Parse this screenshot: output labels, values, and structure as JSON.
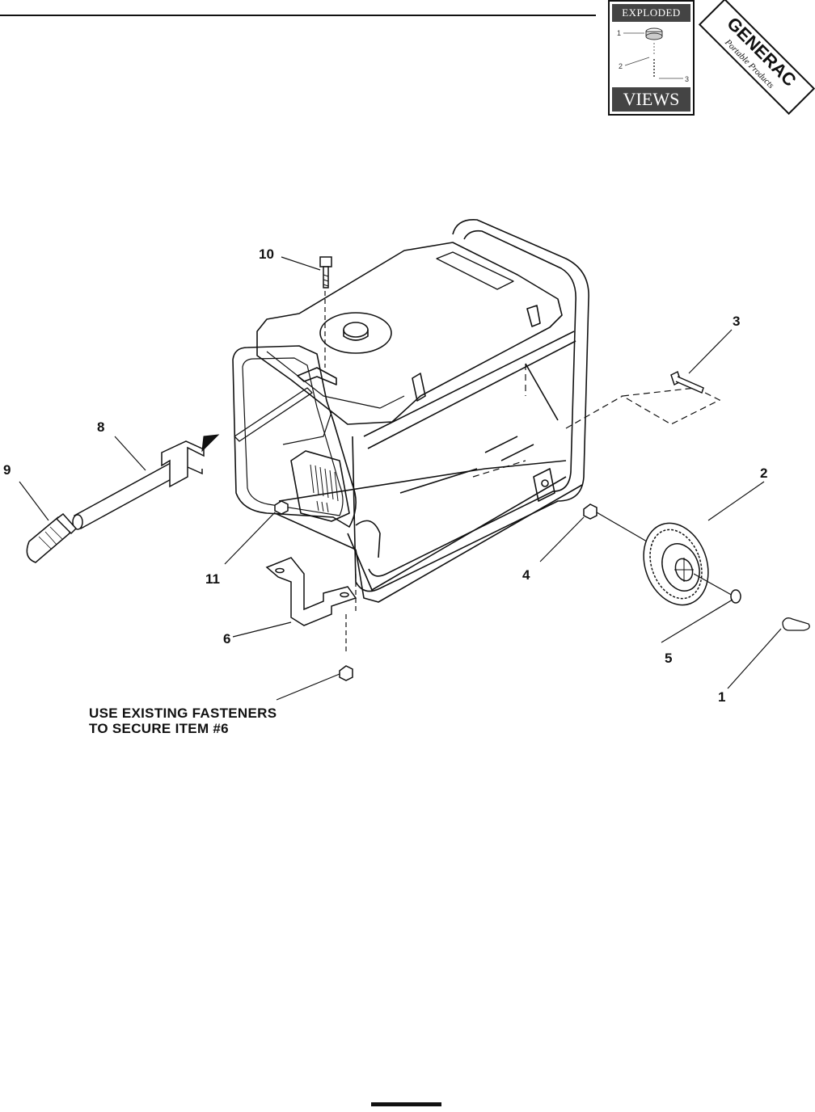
{
  "header": {
    "badge_top": "EXPLODED",
    "badge_bottom": "VIEWS",
    "badge_art_labels": [
      "1",
      "2",
      "3"
    ],
    "logo_text": "GENERAC",
    "logo_subtext": "Portable Products"
  },
  "diagram": {
    "callouts": [
      "10",
      "3",
      "8",
      "2",
      "9",
      "11",
      "4",
      "6",
      "5",
      "1"
    ],
    "note_lines": [
      "USE EXISTING FASTENERS",
      "TO SECURE ITEM #6"
    ]
  },
  "colors": {
    "ink": "#111111",
    "badge_fill": "#444444",
    "paper": "#ffffff"
  }
}
